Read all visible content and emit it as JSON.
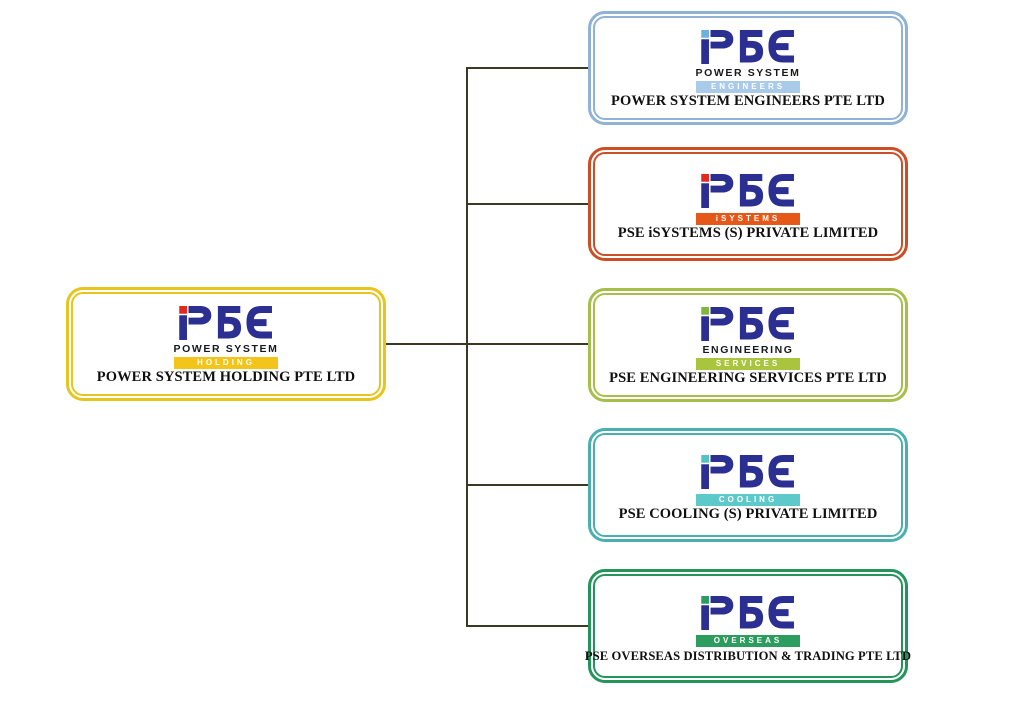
{
  "brand": {
    "letters": "PSE",
    "navy": "#2b2f92",
    "connector_color": "#3a3a24"
  },
  "root_company": {
    "caption": "POWER SYSTEM HOLDING PTE LTD",
    "logo_subtitle": "POWER SYSTEM",
    "logo_tag": "HOLDING",
    "border_color": "#e9c41d",
    "bar_color": "#f3c51a",
    "dot_color": "#e3291d"
  },
  "subsidiaries": [
    {
      "caption": "POWER SYSTEM ENGINEERS PTE LTD",
      "logo_subtitle": "POWER SYSTEM",
      "logo_tag": "ENGINEERS",
      "border_color": "#8fb2d6",
      "bar_color": "#a9cbe9",
      "dot_color": "#6fb0dc"
    },
    {
      "caption": "PSE iSYSTEMS (S) PRIVATE LIMITED",
      "logo_tag": "iSYSTEMS",
      "border_color": "#cc4e26",
      "bar_color": "#e55817",
      "dot_color": "#e3291d"
    },
    {
      "caption": "PSE ENGINEERING SERVICES PTE LTD",
      "logo_subtitle": "ENGINEERING",
      "logo_tag": "SERVICES",
      "border_color": "#a5bf4a",
      "bar_color": "#a9c43d",
      "dot_color": "#80b73f"
    },
    {
      "caption": "PSE COOLING (S) PRIVATE LIMITED",
      "logo_tag": "COOLING",
      "border_color": "#4bafb1",
      "bar_color": "#5ec9ca",
      "dot_color": "#52c3c5"
    },
    {
      "caption": "PSE OVERSEAS DISTRIBUTION & TRADING PTE LTD",
      "logo_tag": "OVERSEAS",
      "border_color": "#23945a",
      "bar_color": "#2d9d5f",
      "dot_color": "#2d9d5f"
    }
  ]
}
